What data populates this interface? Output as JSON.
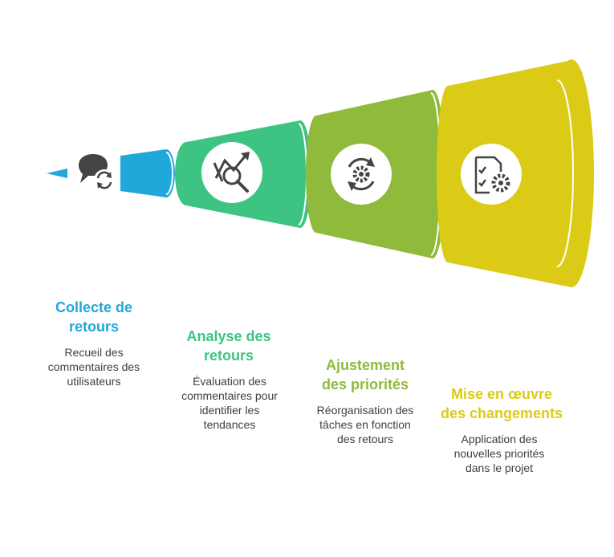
{
  "colors": {
    "blue": "#1fa8d9",
    "green": "#3dc482",
    "olive": "#8fba3b",
    "yellow": "#dccb16",
    "dark": "#444444"
  },
  "stages": [
    {
      "icon": "chat-refresh-icon",
      "color": "#1fa8d9",
      "title": [
        "Collecte de",
        "retours"
      ],
      "desc": [
        "Recueil des",
        "commentaires des",
        "utilisateurs"
      ]
    },
    {
      "icon": "chart-magnifier-icon",
      "color": "#3dc482",
      "title": [
        "Analyse des",
        "retours"
      ],
      "desc": [
        "Évaluation des",
        "commentaires pour",
        "identifier les",
        "tendances"
      ]
    },
    {
      "icon": "gear-cycle-icon",
      "color": "#8fba3b",
      "title": [
        "Ajustement",
        "des priorités"
      ],
      "desc": [
        "Réorganisation des",
        "tâches en fonction",
        "des retours"
      ]
    },
    {
      "icon": "checklist-gear-icon",
      "color": "#dccb16",
      "title": [
        "Mise en œuvre",
        "des changements"
      ],
      "desc": [
        "Application des",
        "nouvelles priorités",
        "dans le projet"
      ]
    }
  ]
}
